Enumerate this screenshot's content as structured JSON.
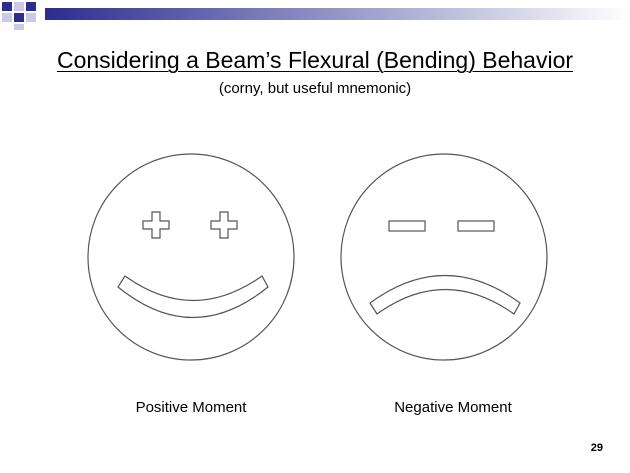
{
  "slide": {
    "title": "Considering a Beam’s Flexural (Bending) Behavior",
    "subtitle": "(corny, but useful mnemonic)",
    "faces": {
      "left_caption": "Positive Moment",
      "right_caption": "Negative Moment"
    },
    "slide_number": "29"
  },
  "colors": {
    "band_dark": "#2b2d8f",
    "band_light": "#c9cbe6",
    "outline": "#555555"
  }
}
